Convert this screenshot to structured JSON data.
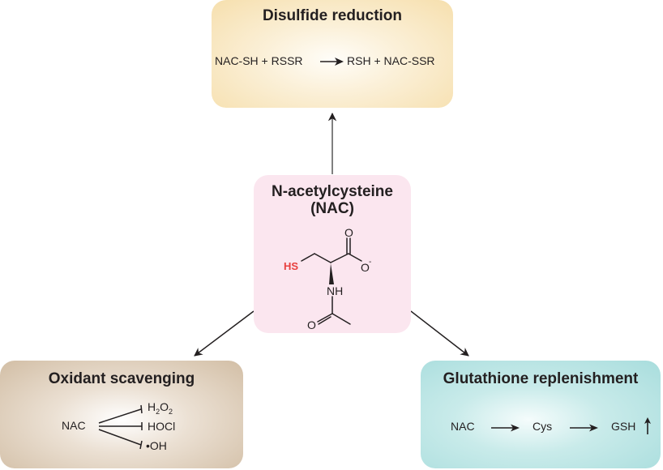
{
  "center": {
    "title_line1": "N-acetylcysteine",
    "title_line2": "(NAC)",
    "molecule": {
      "thiol_label": "HS",
      "thiol_color": "#e8403f",
      "carbonyl_o": "O",
      "carboxylate_o": "O",
      "carboxylate_charge": "-",
      "amide_nh": "NH",
      "acetyl_o": "O"
    }
  },
  "disulfide": {
    "title": "Disulfide reduction",
    "reactants": "NAC-SH + RSSR",
    "products": "RSH + NAC-SSR"
  },
  "oxidant": {
    "title": "Oxidant scavenging",
    "source": "NAC",
    "targets": [
      {
        "base": "H",
        "sub1": "2",
        "mid": "O",
        "sub2": "2"
      },
      {
        "label": "HOCl"
      },
      {
        "label": "•OH"
      }
    ]
  },
  "glutathione": {
    "title": "Glutathione replenishment",
    "steps": [
      "NAC",
      "Cys",
      "GSH"
    ],
    "increase_indicator": "up-arrow"
  },
  "colors": {
    "disulfide_box": "#f6dfad",
    "center_box": "#fbe6ef",
    "oxidant_box": "#d2bea5",
    "glutathione_box": "#a8dddd",
    "text": "#231f20",
    "arrow": "#231f20"
  }
}
